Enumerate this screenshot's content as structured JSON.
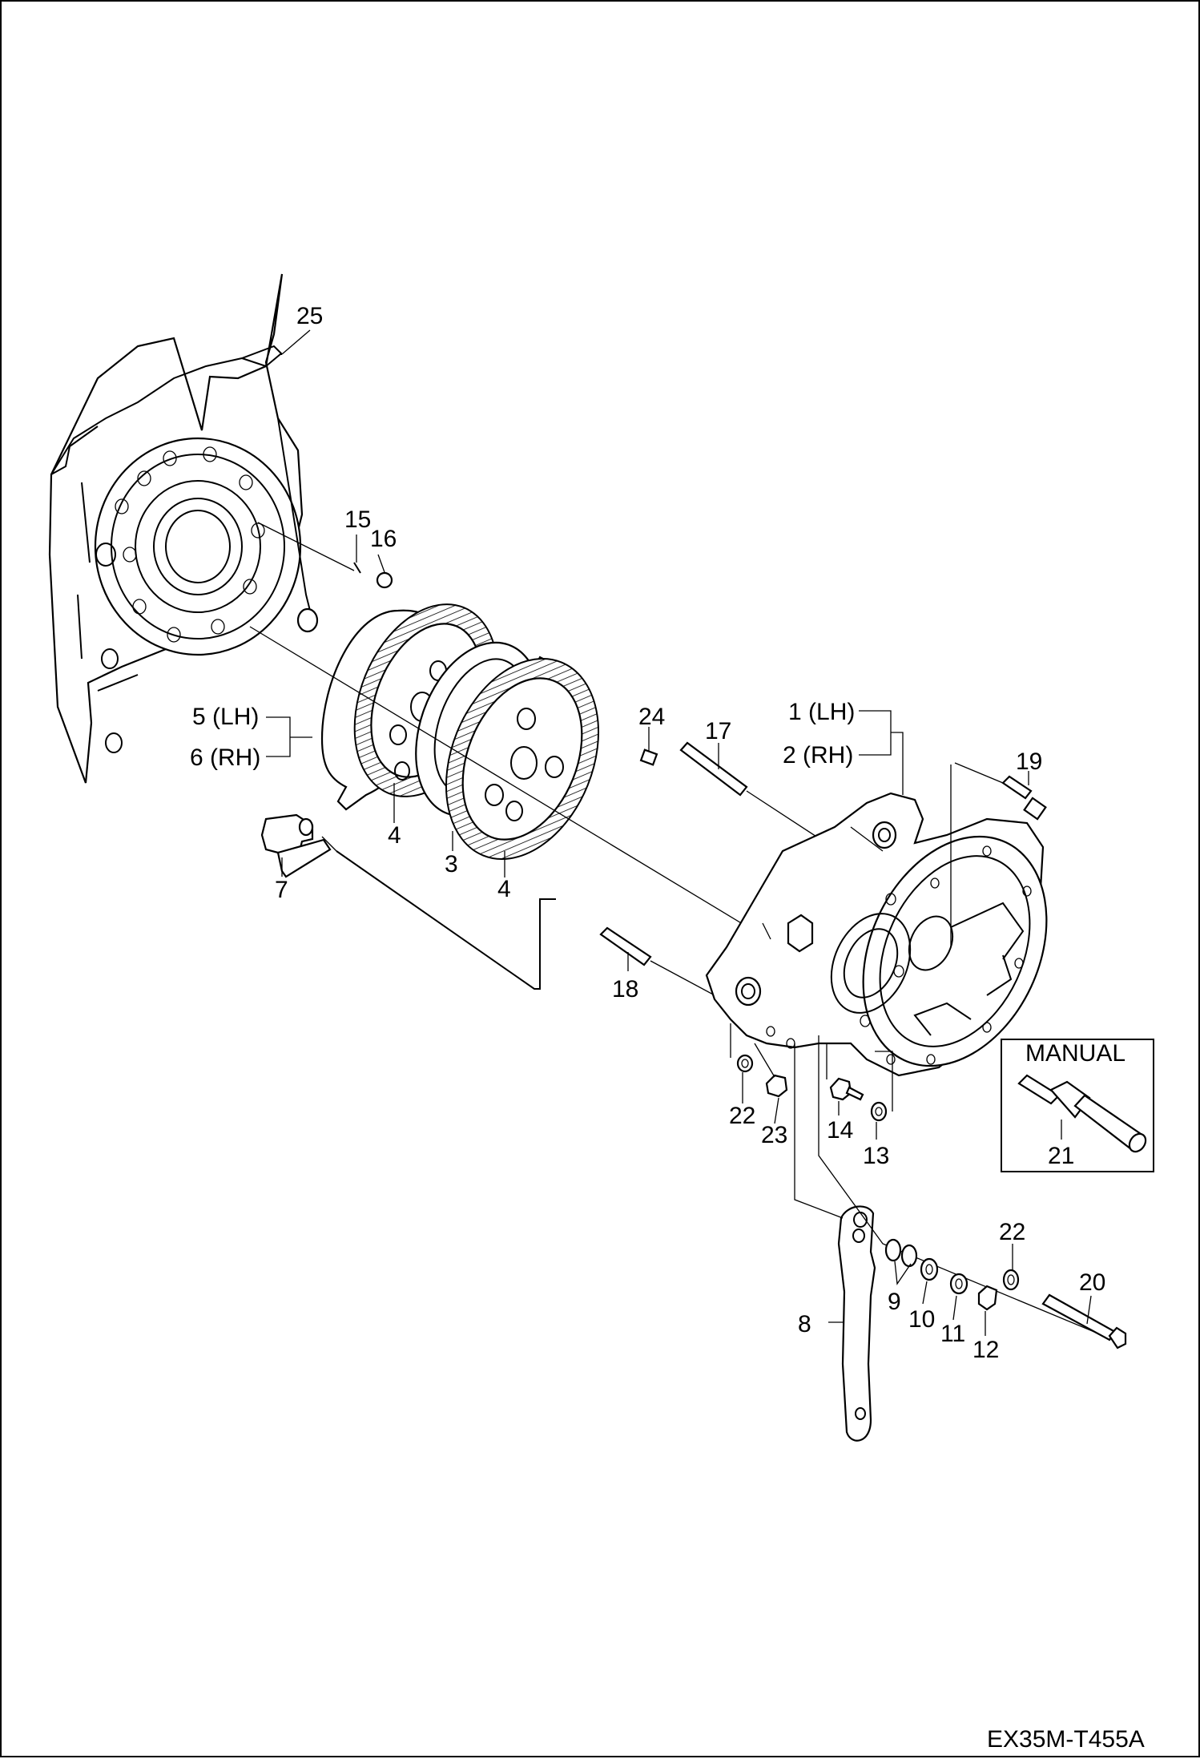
{
  "drawing_id": "EX35M-T455A",
  "inset_title": "MANUAL",
  "callouts": [
    {
      "id": "c1",
      "text": "1 (LH)"
    },
    {
      "id": "c2",
      "text": "2 (RH)"
    },
    {
      "id": "c3",
      "text": "3"
    },
    {
      "id": "c4a",
      "text": "4"
    },
    {
      "id": "c4b",
      "text": "4"
    },
    {
      "id": "c5",
      "text": "5 (LH)"
    },
    {
      "id": "c6",
      "text": "6 (RH)"
    },
    {
      "id": "c7",
      "text": "7"
    },
    {
      "id": "c8",
      "text": "8"
    },
    {
      "id": "c9",
      "text": "9"
    },
    {
      "id": "c10",
      "text": "10"
    },
    {
      "id": "c11",
      "text": "11"
    },
    {
      "id": "c12",
      "text": "12"
    },
    {
      "id": "c13",
      "text": "13"
    },
    {
      "id": "c14",
      "text": "14"
    },
    {
      "id": "c15",
      "text": "15"
    },
    {
      "id": "c16",
      "text": "16"
    },
    {
      "id": "c17",
      "text": "17"
    },
    {
      "id": "c18",
      "text": "18"
    },
    {
      "id": "c19",
      "text": "19"
    },
    {
      "id": "c20",
      "text": "20"
    },
    {
      "id": "c21",
      "text": "21"
    },
    {
      "id": "c22a",
      "text": "22"
    },
    {
      "id": "c22b",
      "text": "22"
    },
    {
      "id": "c23",
      "text": "23"
    },
    {
      "id": "c24",
      "text": "24"
    },
    {
      "id": "c25",
      "text": "25"
    }
  ]
}
